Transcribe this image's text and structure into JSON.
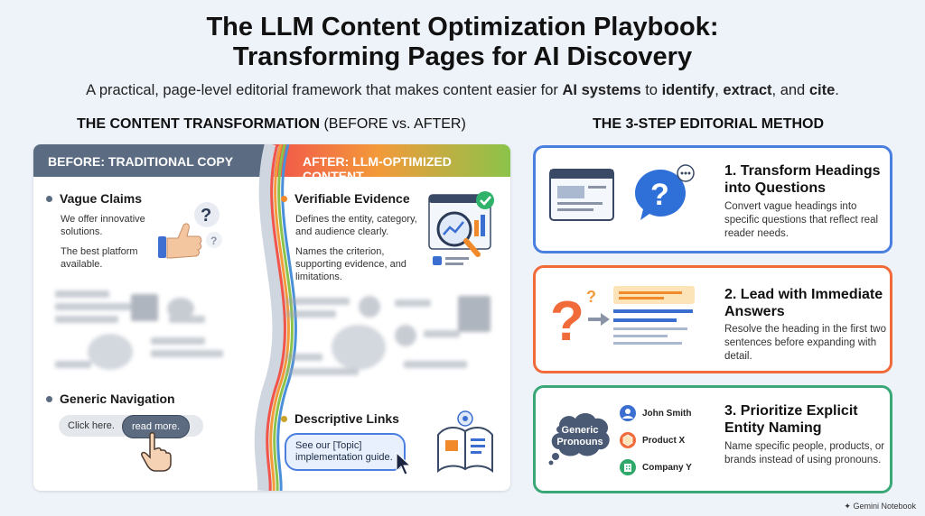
{
  "title_line1": "The LLM Content Optimization Playbook:",
  "title_line2": "Transforming Pages for AI Discovery",
  "subtitle": {
    "part1": "A practical, page-level editorial framework that makes content easier for ",
    "b1": "AI systems",
    "part2": " to ",
    "b2": "identify",
    "part3": ", ",
    "b3": "extract",
    "part4": ", and ",
    "b4": "cite",
    "part5": "."
  },
  "left_section": {
    "bold": "THE CONTENT TRANSFORMATION",
    "light": " (BEFORE vs. AFTER)"
  },
  "right_section": "THE 3-STEP EDITORIAL METHOD",
  "before": {
    "header": "BEFORE: TRADITIONAL COPY",
    "vague_title": "Vague Claims",
    "vague_text1": "We offer innovative solutions.",
    "vague_text2": "The best platform available.",
    "nav_title": "Generic Navigation",
    "pill1": "Click here.",
    "pill2": "read more."
  },
  "after": {
    "header": "AFTER: LLM-OPTIMIZED CONTENT",
    "evidence_title": "Verifiable Evidence",
    "evidence_text1": "Defines the entity, category, and audience clearly.",
    "evidence_text2": "Names the criterion, supporting evidence, and limitations.",
    "links_title": "Descriptive Links",
    "link_pill": "See our [Topic] implementation guide."
  },
  "steps": [
    {
      "title": "1. Transform Headings into Questions",
      "desc": "Convert vague headings into specific questions that reflect real reader needs."
    },
    {
      "title": "2. Lead with Immediate Answers",
      "desc": "Resolve the heading in the first two sentences before expanding with detail."
    },
    {
      "title": "3. Prioritize Explicit Entity Naming",
      "desc": "Name specific people, products, or brands instead of using pronouns."
    }
  ],
  "entities": {
    "cloud": "Generic Pronouns",
    "e1": "John Smith",
    "e2": "Product X",
    "e3": "Company Y"
  },
  "brand": "Gemini Notebook",
  "colors": {
    "step1": "#4a7fe0",
    "step2": "#f06a3a",
    "step3": "#3aa876",
    "before_header": "#5a6b82"
  }
}
